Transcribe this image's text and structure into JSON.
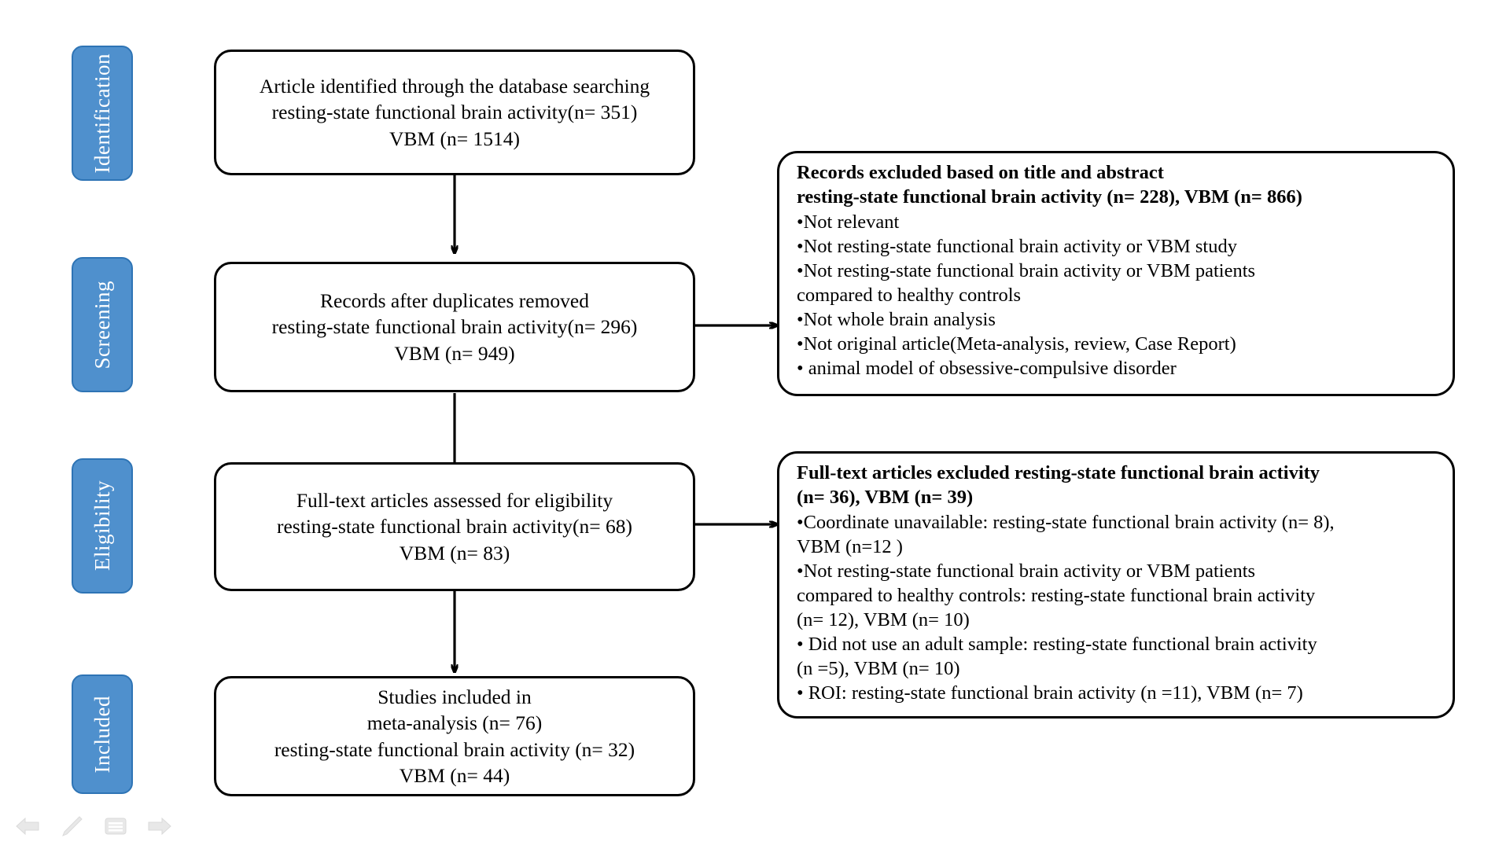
{
  "stages": [
    {
      "name": "identification",
      "label": "Identification"
    },
    {
      "name": "screening",
      "label": "Screening"
    },
    {
      "name": "eligibility",
      "label": "Eligibility"
    },
    {
      "name": "included",
      "label": "Included"
    }
  ],
  "flow_boxes": [
    {
      "name": "identification-box",
      "text": "Article identified through the database searching\nresting-state functional brain activity(n= 351)\nVBM (n= 1514)"
    },
    {
      "name": "screening-box",
      "text": "Records after duplicates removed\nresting-state functional brain activity(n= 296)\nVBM (n= 949)"
    },
    {
      "name": "eligibility-box",
      "text": "Full-text articles assessed for eligibility\nresting-state functional brain activity(n= 68)\nVBM (n= 83)"
    },
    {
      "name": "included-box",
      "text": "Studies included in\nmeta-analysis (n= 76)\nresting-state functional brain activity (n= 32)\nVBM (n= 44)"
    }
  ],
  "exclusion_boxes": [
    {
      "name": "records-excluded-box",
      "heading": "Records excluded based on title and abstract\nresting-state functional brain activity (n= 228), VBM (n= 866)",
      "body": "•Not relevant\n•Not resting-state functional brain activity or VBM study\n•Not resting-state functional brain activity or VBM patients\ncompared  to healthy controls\n•Not  whole brain analysis\n•Not original article(Meta-analysis,  review,  Case Report)\n• animal model of obsessive-compulsive  disorder"
    },
    {
      "name": "fulltext-excluded-box",
      "heading": "Full-text articles excluded resting-state functional brain activity\n(n= 36), VBM (n= 39)",
      "body": "•Coordinate unavailable: resting-state functional brain activity (n= 8),\nVBM (n=12 )\n•Not resting-state functional brain activity or VBM patients\ncompared to healthy controls: resting-state functional brain activity\n(n= 12), VBM (n= 10)\n• Did not use an adult sample: resting-state functional brain activity\n(n =5), VBM (n= 10)\n• ROI: resting-state functional brain activity (n =11), VBM (n= 7)"
    }
  ],
  "toolbar": {
    "icons": [
      {
        "name": "back-arrow-icon",
        "label": "Back"
      },
      {
        "name": "pencil-icon",
        "label": "Edit"
      },
      {
        "name": "lines-menu-icon",
        "label": "Menu"
      },
      {
        "name": "forward-arrow-icon",
        "label": "Forward"
      }
    ]
  },
  "colors": {
    "stage_fill": "#4F90CD",
    "stage_border": "#2E74B5",
    "stage_text": "#FFFFFF",
    "box_border": "#000000",
    "box_fill": "#FFFFFF",
    "toolbar_icon": "#E8E8E8"
  }
}
